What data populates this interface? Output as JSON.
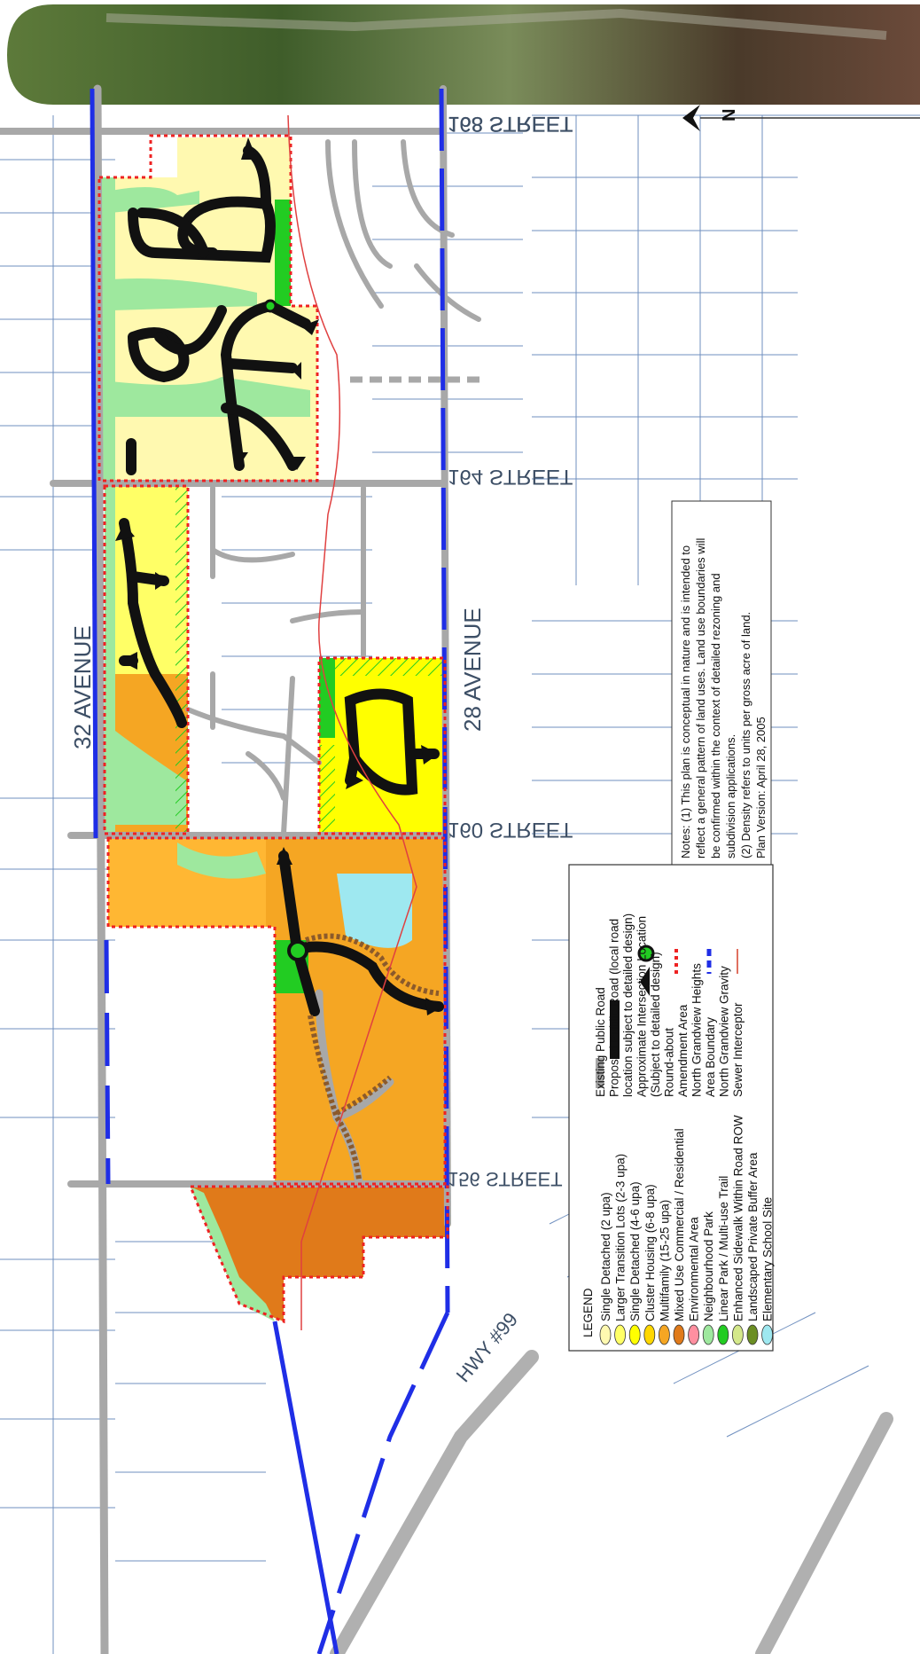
{
  "map": {
    "streets": {
      "ave_32": "32 AVENUE",
      "ave_28": "28 AVENUE",
      "st_168": "168 STREET",
      "st_164": "164 STREET",
      "st_160": "160 STREET",
      "st_156": "156 STREET",
      "hwy": "HWY #99"
    },
    "north_label": "N",
    "legend": {
      "title": "LEGEND",
      "land_use": [
        {
          "label": "Single Detached (2 upa)",
          "color": "#fff9b0"
        },
        {
          "label": "Larger Transition Lots (2-3 upa)",
          "color": "#ffff66"
        },
        {
          "label": "Single Detached (4-6 upa)",
          "color": "#ffff00"
        },
        {
          "label": "Cluster Housing (6-8 upa)",
          "color": "#ffd700"
        },
        {
          "label": "Multifamily (15-25 upa)",
          "color": "#f5a623"
        },
        {
          "label": "Mixed Use Commercial / Residential",
          "color": "#e07a1a"
        },
        {
          "label": "Environmental Area",
          "color": "#ff8fa0"
        },
        {
          "label": "Neighbourhood Park",
          "color": "#9ee89e"
        },
        {
          "label": "Linear Park / Multi-use Trail",
          "color": "#22cc22"
        },
        {
          "label": "Enhanced Sidewalk Within Road ROW",
          "color": "#d4e88a"
        },
        {
          "label": "Landscaped Private Buffer Area",
          "color": "#6b8e23"
        },
        {
          "label": "Elementary School Site",
          "color": "#9ee8f0"
        }
      ],
      "lines": [
        {
          "label": "Existing Public Road"
        },
        {
          "label": "Proposed Public Road (local road"
        },
        {
          "label": "location subject to detailed design)"
        },
        {
          "label": "Approximate Intersection Location"
        },
        {
          "label": "(Subject to detailed design)"
        },
        {
          "label": "Round-about"
        },
        {
          "label": "Amendment Area"
        },
        {
          "label": "North Grandview Heights"
        },
        {
          "label": "Area Boundary"
        },
        {
          "label": "North Grandview Gravity"
        },
        {
          "label": "Sewer Interceptor"
        }
      ]
    },
    "notes": [
      "Notes: (1) This plan is conceptual in nature and is intended to",
      "reflect a general pattern of land uses.  Land use boundaries will",
      "be confirmed within the context of detailed rezoning and",
      "subdivision applications.",
      "(2) Density refers to units per gross acre of land.",
      "Plan Version: April 28, 2005"
    ],
    "colors": {
      "road": "#a8a8a8",
      "boundary": "#1f2ee6",
      "amendment": "#ee2222",
      "proposed_road": "#111111",
      "parcel": "#6f8fbf"
    }
  }
}
